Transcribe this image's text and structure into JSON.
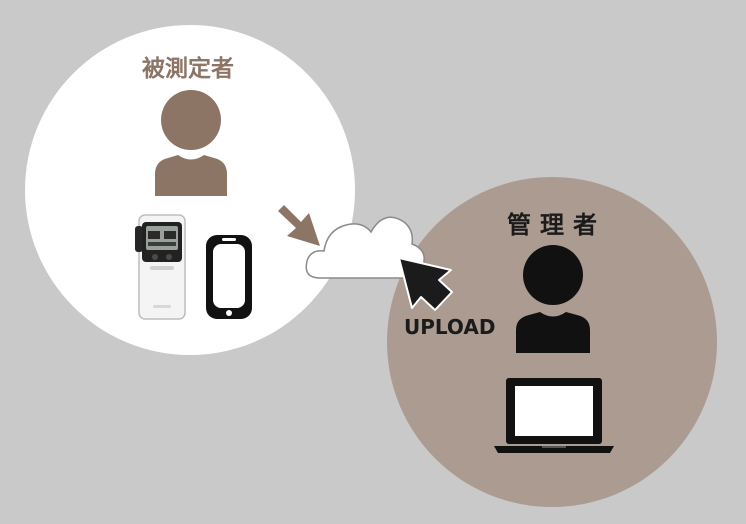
{
  "subject": {
    "title": "被測定者"
  },
  "admin": {
    "title": "管理者"
  },
  "uploads": {
    "from_subject": "UPLOAD",
    "from_admin": "UPLOAD"
  },
  "icons": {
    "subject_person": "person-icon",
    "device_tracker": "activity-tracker-icon",
    "device_smartphone": "smartphone-icon",
    "cloud": "cloud-icon",
    "admin_person": "person-icon",
    "laptop": "laptop-icon",
    "arrow_subject": "arrow-down-right-icon",
    "arrow_admin": "arrow-up-left-icon"
  },
  "colors": {
    "background": "#c9c9c9",
    "subject_circle": "#ffffff",
    "admin_circle": "#ab9b91",
    "subject_accent": "#8c7565",
    "admin_accent": "#1b1b1b"
  }
}
